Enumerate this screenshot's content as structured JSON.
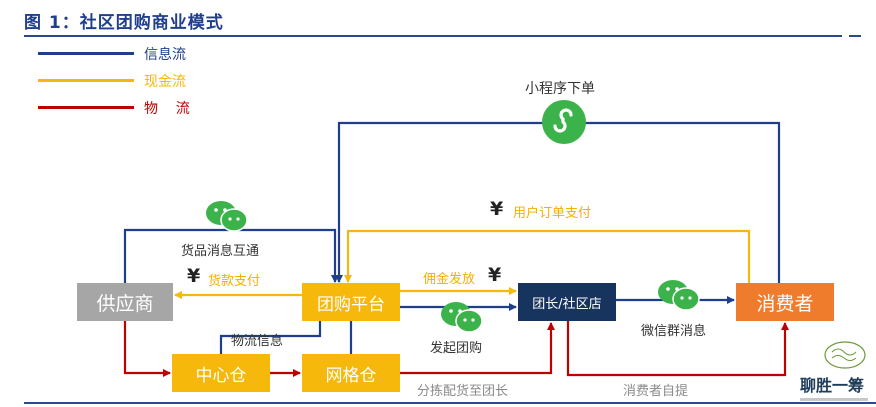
{
  "title": "图 1：社区团购商业模式",
  "legend": [
    {
      "label": "信息流",
      "color": "#1f3e8c"
    },
    {
      "label": "现金流",
      "color": "#f5b80b"
    },
    {
      "label": "物    流",
      "color": "#c00000"
    }
  ],
  "nodes": {
    "supplier": "供应商",
    "platform": "团购平台",
    "leader": "团长/社区店",
    "consumer": "消费者",
    "central_warehouse": "中心仓",
    "grid_warehouse": "网格仓"
  },
  "labels": {
    "mini_program_order": "小程序下单",
    "user_order_payment": "用户订单支付",
    "goods_info_exchange": "货品消息互通",
    "goods_payment": "货款支付",
    "commission": "佣金发放",
    "logistics_info": "物流信息",
    "initiate_group_buy": "发起团购",
    "wechat_group_msg": "微信群消息",
    "sort_distribute": "分拣配货至团长",
    "self_pickup": "消费者自提"
  },
  "symbols": {
    "yen": "¥"
  },
  "icons": {
    "wechat": "wechat-icon",
    "mini_program": "mini-program-icon"
  },
  "colors": {
    "info_flow": "#1f3e8c",
    "cash_flow": "#f5b80b",
    "logistics": "#c00000",
    "supplier": "#a6a6a6",
    "platform": "#f5b80b",
    "leader": "#17345f",
    "consumer": "#ef7b2d",
    "wechat_green": "#3cb34a"
  },
  "watermark": {
    "text": "聊胜一筹"
  }
}
